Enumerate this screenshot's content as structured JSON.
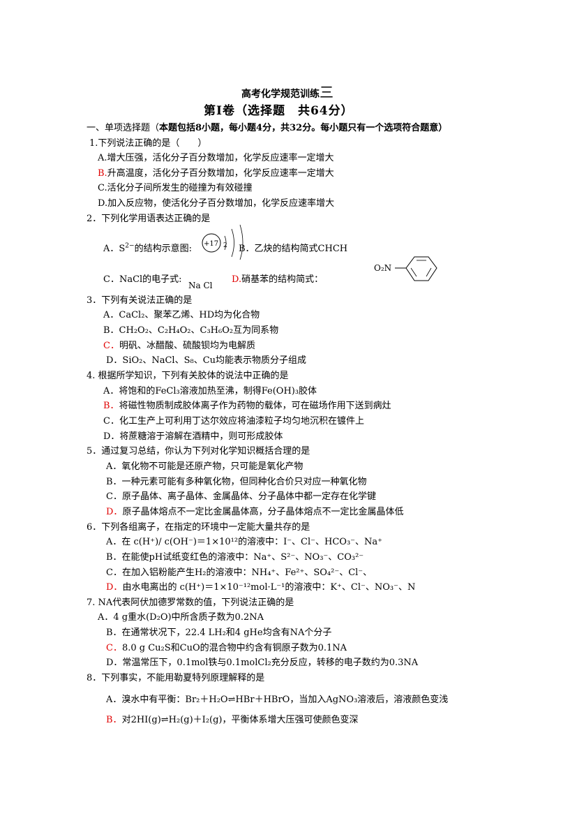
{
  "title_main": "高考化学规范训练",
  "title_num": "三",
  "volume": "第Ⅰ卷（选择题　共64分）",
  "section_prefix": "一、单项选择题（",
  "section_rule": "本题包括8小题，每小题4分，共32分。每小题只有一个选项符合题意）",
  "q1": {
    "stem": "1.下列说法正确的是（　　）",
    "a": "A.增大压强，活化分子百分数增加，化学反应速率一定增大",
    "b_letter": "B.",
    "b": "升高温度，活化分子百分数增加，化学反应速率一定增大",
    "c": "C.活化分子间所发生的碰撞为有效碰撞",
    "d": "D.加入反应物，使活化分子百分数增加，化学反应速率增大"
  },
  "q2": {
    "stem": "2．下列化学用语表达正确的是",
    "a_pre": "A．S",
    "a_sup": "2−",
    "a_post": "的结构示意图:",
    "nucleus": "+17",
    "shell1": "2",
    "b": "B．乙炔的结构简式CHCH",
    "c": "C．NaCl的电子式:",
    "c_formula": "Na Cl",
    "d_letter": "D.",
    "d": "硝基苯的结构简式：",
    "nitro": "O₂N"
  },
  "q3": {
    "stem": "3．下列有关说法正确的是",
    "a": "A．CaCl₂、聚苯乙烯、HD均为化合物",
    "b": "B．CH₂O₂、C₂H₄O₂、C₃H₆O₂互为同系物",
    "c_letter": "C．",
    "c": "明矾、冰醋酸、硫酸钡均为电解质",
    "d": "D．SiO₂、NaCl、S₈、Cu均能表示物质分子组成"
  },
  "q4": {
    "stem": "4.  根据所学知识，下列有关胶体的说法中正确的是",
    "a": "A．将饱和的FeCl₃溶液加热至沸，制得Fe(OH)₃胶体",
    "b_letter": "B．",
    "b": "将磁性物质制成胶体离子作为药物的载体，可在磁场作用下送到病灶",
    "c": "C．化工生产上可利用丁达尔效应将油漆粒子均匀地沉积在镀件上",
    "d": "D．将蔗糖溶于溶解在酒精中，则可形成胶体"
  },
  "q5": {
    "stem": "5．通过复习总结，你认为下列对化学知识概括合理的是",
    "a": "A．氧化物不可能是还原产物，只可能是氧化产物",
    "b": "B．一种元素可能有多种氧化物，但同种化合价只对应一种氧化物",
    "c": "C．原子晶体、离子晶体、金属晶体、分子晶体中都一定存在化学键",
    "d_letter": "D．",
    "d": "原子晶体熔点不一定比金属晶体高，分子晶体熔点不一定比金属晶体低"
  },
  "q6": {
    "stem": "6．下列各组离子，在指定的环境中一定能大量共存的是",
    "a": "A．在 c(H⁺)/ c(OH⁻)＝1×10¹²的溶液中：I⁻、Cl⁻、HCO₃⁻、Na⁺",
    "b": "B．在能使pH试纸变红色的溶液中：Na⁺、S²⁻、NO₃⁻、CO₃²⁻",
    "c": "C．在加入铝粉能产生H₂的溶液中：NH₄⁺、Fe²⁺、SO₄²⁻、Cl⁻、",
    "d_letter": "D．",
    "d": "由水电离出的 c(H⁺)＝1×10⁻¹²mol·L⁻¹的溶液中：K⁺、Cl⁻、NO₃⁻、N"
  },
  "q7": {
    "stem": "7.  NA代表阿伏加德罗常数的值，下列说法正确的是",
    "a": "A．4 g重水(D₂O)中所含质子数为0.2NA",
    "b": "B．在通常状况下，22.4 LH₂和4 gHe均含有NA个分子",
    "c_letter": "C．",
    "c": "8.0 g Cu₂S和CuO的混合物中约含有铜原子数为0.1NA",
    "d": "D．常温常压下，0.1mol铁与0.1molCl₂充分反应，转移的电子数约为0.3NA"
  },
  "q8": {
    "stem": "8．下列事实，不能用勒夏特列原理解释的是",
    "a": "A．溴水中有平衡：Br₂＋H₂O⇌HBr＋HBrO，当加入AgNO₃溶液后，溶液颜色变浅",
    "b_letter": "B．",
    "b": "对2HI(g)⇌H₂(g)＋I₂(g)，平衡体系增大压强可使颜色变深"
  }
}
